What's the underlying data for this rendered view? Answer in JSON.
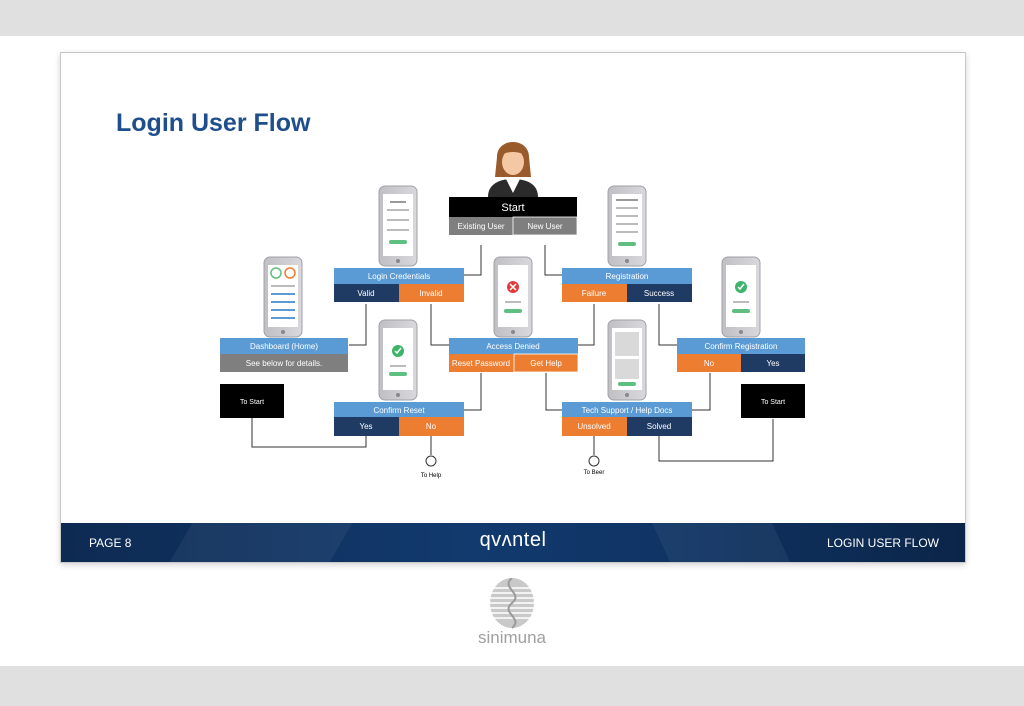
{
  "slide": {
    "title": "Login User Flow",
    "footer": {
      "page": "PAGE 8",
      "brand": "qvʌntel",
      "section": "LOGIN USER FLOW"
    }
  },
  "bottom_logo": {
    "text": "sinimuna"
  },
  "flow": {
    "start": {
      "label": "Start",
      "options": [
        "Existing User",
        "New User"
      ]
    },
    "login_credentials": {
      "label": "Login Credentials",
      "options": [
        "Valid",
        "Invalid"
      ]
    },
    "registration": {
      "label": "Registration",
      "options": [
        "Failure",
        "Success"
      ]
    },
    "dashboard": {
      "label": "Dashboard (Home)",
      "note": "See below for details."
    },
    "access_denied": {
      "label": "Access Denied",
      "options": [
        "Reset Password",
        "Get Help"
      ]
    },
    "confirm_registration": {
      "label": "Confirm Registration",
      "options": [
        "No",
        "Yes"
      ]
    },
    "confirm_reset": {
      "label": "Confirm Reset",
      "options": [
        "Yes",
        "No"
      ]
    },
    "tech_support": {
      "label": "Tech Support / Help Docs",
      "options": [
        "Unsolved",
        "Solved"
      ]
    },
    "to_start_left": "To Start",
    "to_start_right": "To Start",
    "to_help": "To Help",
    "to_beer": "To Beer"
  },
  "colors": {
    "title": "#1f4e8c",
    "header_blue": "#5b9bd5",
    "dark_navy": "#1f3a63",
    "orange": "#ed7d31",
    "gray": "#7f7f7f",
    "black": "#000000"
  }
}
